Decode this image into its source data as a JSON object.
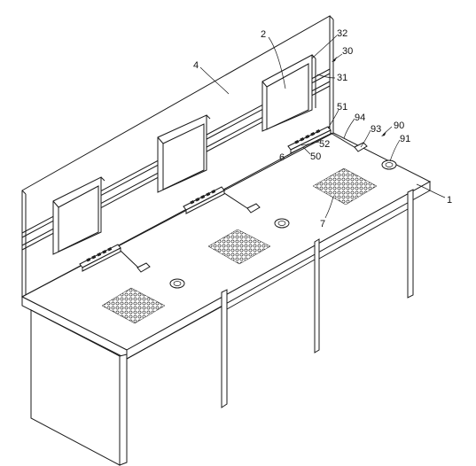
{
  "labels": {
    "l1": "1",
    "l2": "2",
    "l4": "4",
    "l6": "6",
    "l7": "7",
    "l30": "30",
    "l31": "31",
    "l32": "32",
    "l50": "50",
    "l51": "51",
    "l52": "52",
    "l90": "90",
    "l91": "91",
    "l93": "93",
    "l94": "94"
  }
}
